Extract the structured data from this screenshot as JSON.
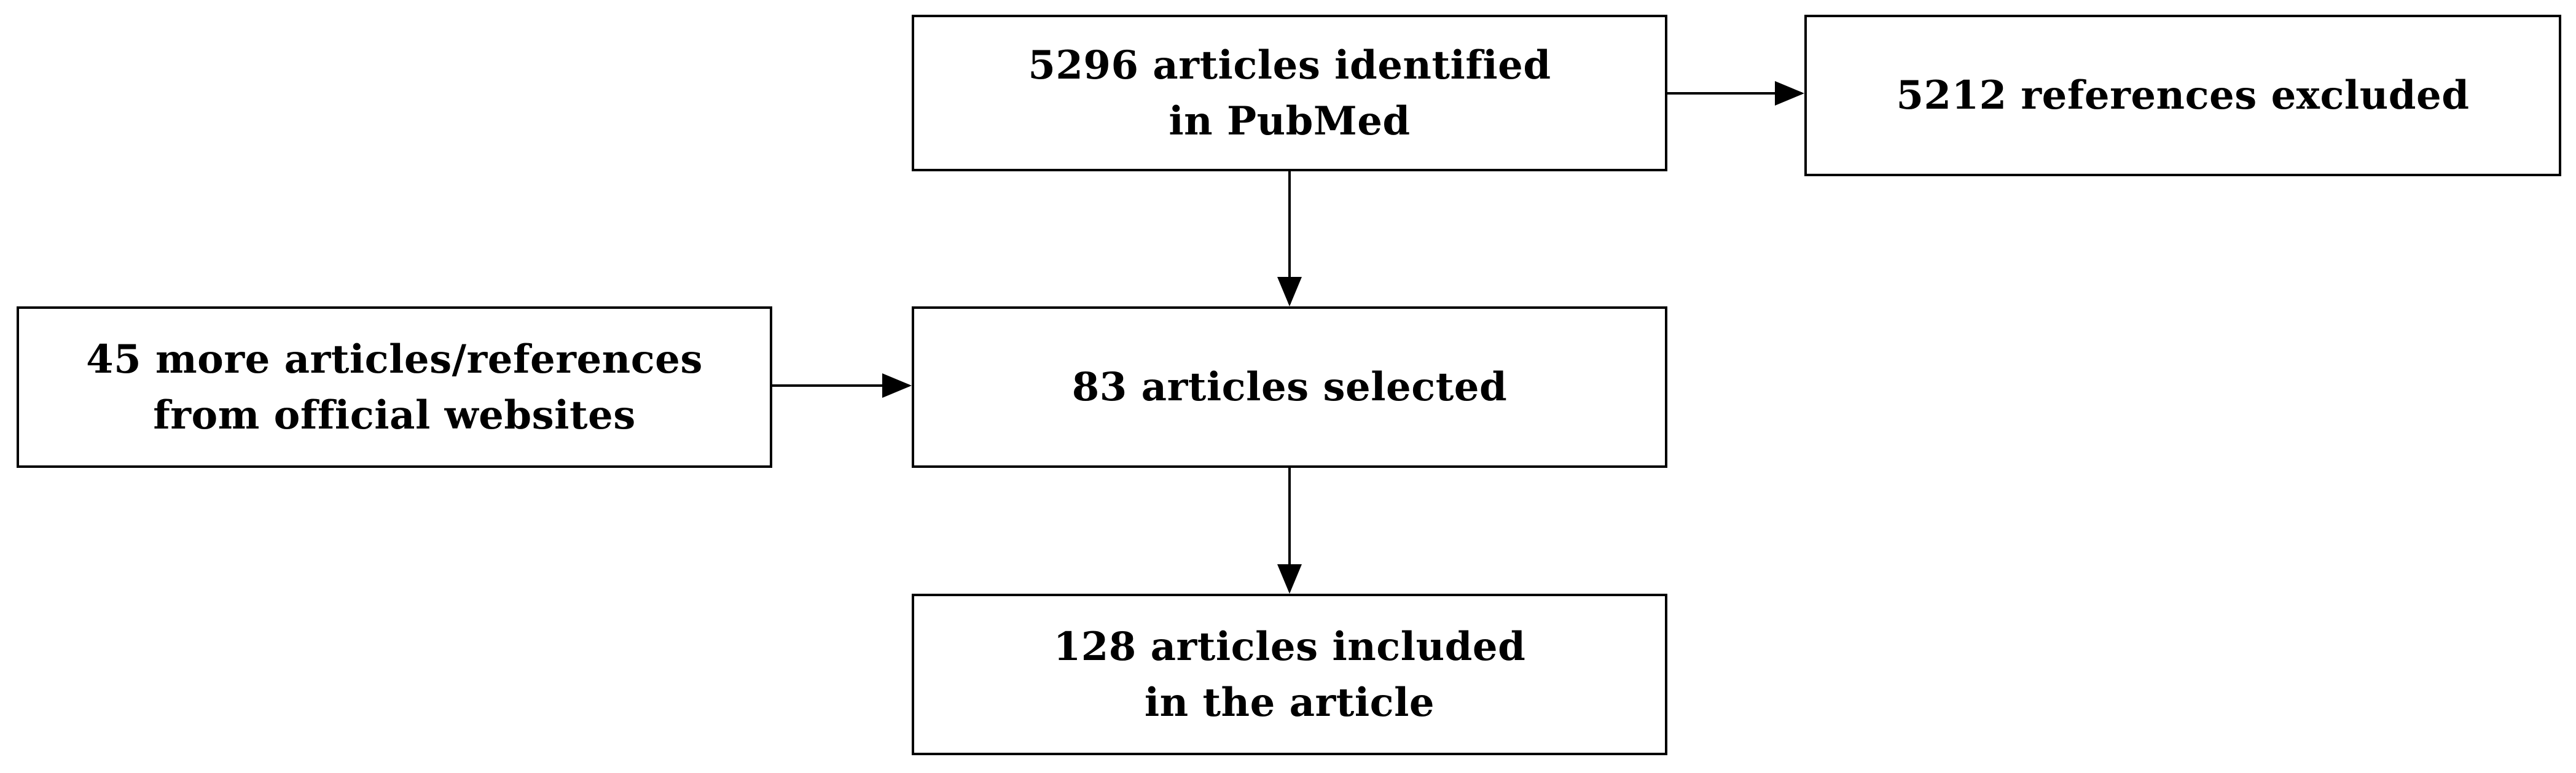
{
  "diagram": {
    "nodes": {
      "identified": {
        "label": "5296 articles identified\nin PubMed"
      },
      "excluded": {
        "label": "5212 references excluded"
      },
      "additional": {
        "label": "45 more articles/references\nfrom official websites"
      },
      "selected": {
        "label": "83 articles selected"
      },
      "included": {
        "label": "128 articles included\nin the article"
      }
    },
    "edges": [
      {
        "from": "identified",
        "to": "excluded"
      },
      {
        "from": "identified",
        "to": "selected"
      },
      {
        "from": "additional",
        "to": "selected"
      },
      {
        "from": "selected",
        "to": "included"
      }
    ],
    "colors": {
      "stroke": "#000000",
      "background": "#ffffff"
    }
  }
}
